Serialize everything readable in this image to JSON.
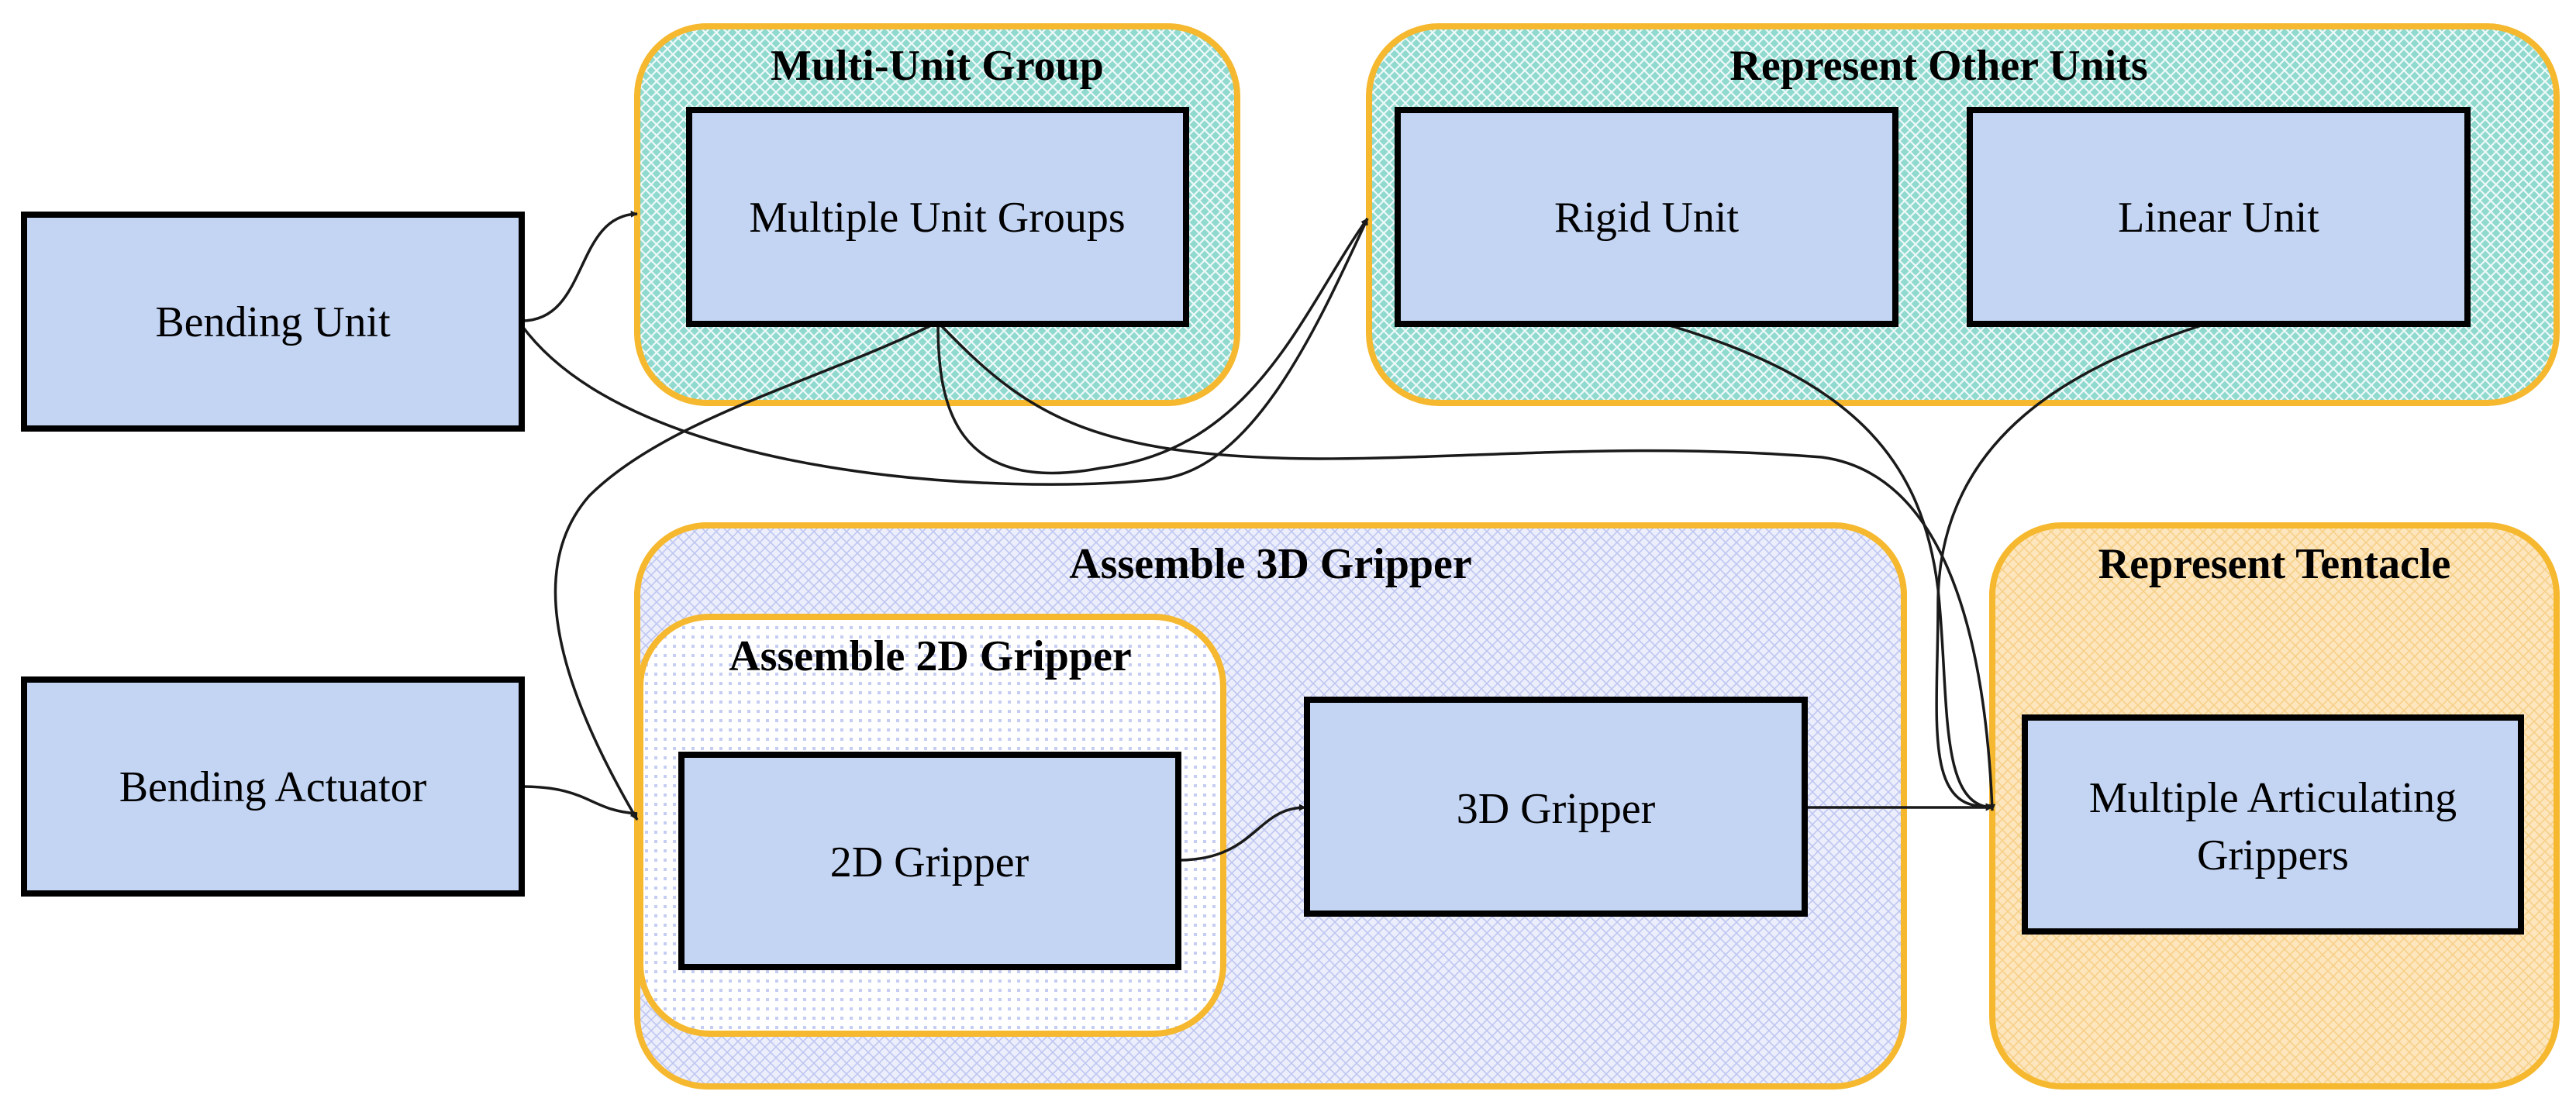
{
  "groups": {
    "multi_unit_group": "Multi-Unit Group",
    "represent_other_units": "Represent Other Units",
    "assemble_3d_gripper": "Assemble 3D Gripper",
    "assemble_2d_gripper": "Assemble 2D Gripper",
    "represent_tentacle": "Represent Tentacle"
  },
  "nodes": {
    "bending_unit": "Bending Unit",
    "bending_actuator": "Bending Actuator",
    "multiple_unit_groups": "Multiple Unit Groups",
    "rigid_unit": "Rigid Unit",
    "linear_unit": "Linear Unit",
    "gripper_2d": "2D Gripper",
    "gripper_3d": "3D Gripper",
    "multiple_articulating_grippers_line1": "Multiple Articulating",
    "multiple_articulating_grippers_line2": "Grippers"
  },
  "colors": {
    "node_fill": "#c4d5f4",
    "group_border": "#f5b82e",
    "teal_fill": "#8fd9cf",
    "lavender_fill": "#d7dcf7",
    "peach_fill": "#fde1b0",
    "edge": "#1a1a1a"
  }
}
